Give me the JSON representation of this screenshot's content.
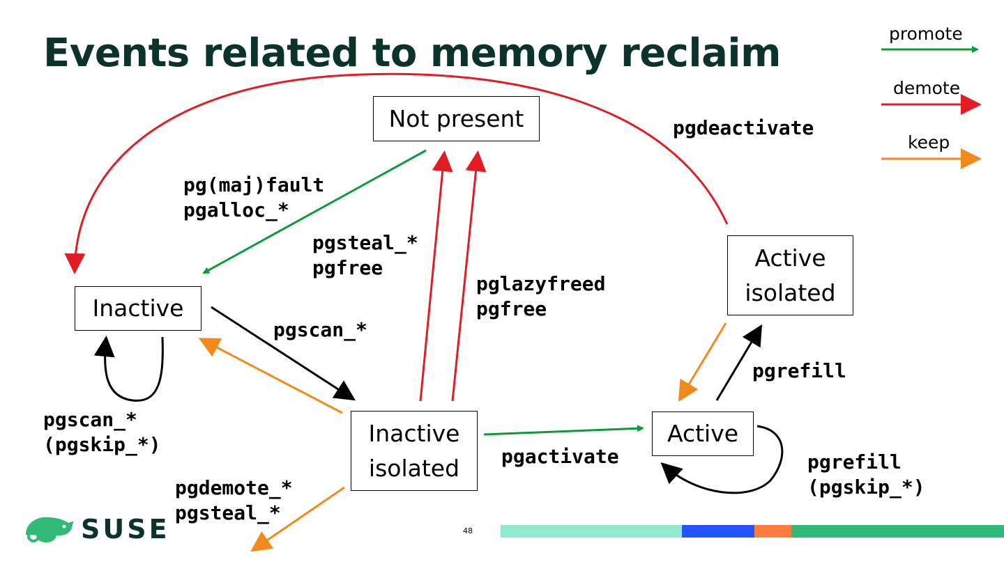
{
  "title": "Events related to memory reclaim",
  "legend": [
    {
      "label": "promote",
      "color": "#0f9a3a"
    },
    {
      "label": "demote",
      "color": "#e31b23"
    },
    {
      "label": "keep",
      "color": "#f28a1b"
    }
  ],
  "nodes": {
    "not_present": "Not present",
    "inactive": "Inactive",
    "inactive_isolated": "Inactive\nisolated",
    "active": "Active",
    "active_isolated": "Active\nisolated"
  },
  "edge_labels": {
    "fault": "pg(maj)fault\npgalloc_*",
    "steal": "pgsteal_*\npgfree",
    "lazyfree": "pglazyfreed\npgfree",
    "deactivate": "pgdeactivate",
    "scan": "pgscan_*",
    "scan_loop": "pgscan_*\n(pgskip_*)",
    "activate": "pgactivate",
    "refill": "pgrefill",
    "refill_loop": "pgrefill\n(pgskip_*)",
    "demote": "pgdemote_*\npgsteal_*"
  },
  "footer": {
    "brand": "SUSE",
    "page_number": "48"
  }
}
